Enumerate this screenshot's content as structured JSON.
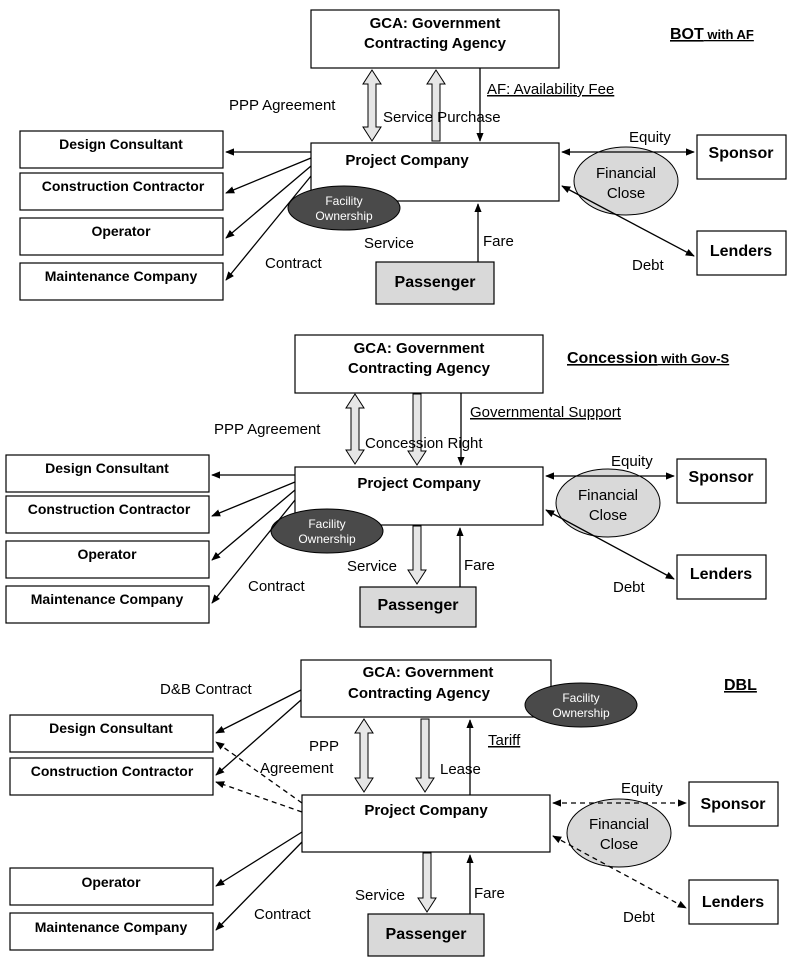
{
  "colors": {
    "line": "#000000",
    "box_fill": "#ffffff",
    "passenger_fill": "#d9d9d9",
    "financial_fill": "#d9d9d9",
    "facility_fill": "#4a4a4a",
    "hollow_arrow_fill": "#e6e6e6"
  },
  "panels": [
    {
      "title": "BOT",
      "title_suffix": " with AF",
      "gca": [
        "GCA: Government",
        "Contracting Agency"
      ],
      "project": "Project Company",
      "left_boxes": [
        "Design Consultant",
        "Construction Contractor",
        "Operator",
        "Maintenance Company"
      ],
      "sponsor": "Sponsor",
      "lenders": "Lenders",
      "passenger": "Passenger",
      "financial_close": [
        "Financial",
        "Close"
      ],
      "facility": [
        "Facility",
        "Ownership"
      ],
      "labels": {
        "ppp": "PPP Agreement",
        "service_purchase": "Service Purchase",
        "top_right": "AF: Availability Fee",
        "equity": "Equity",
        "debt": "Debt",
        "contract": "Contract",
        "service": "Service",
        "fare": "Fare"
      }
    },
    {
      "title": "Concession",
      "title_suffix": " with Gov-S",
      "gca": [
        "GCA: Government",
        "Contracting Agency"
      ],
      "project": "Project Company",
      "left_boxes": [
        "Design Consultant",
        "Construction Contractor",
        "Operator",
        "Maintenance Company"
      ],
      "sponsor": "Sponsor",
      "lenders": "Lenders",
      "passenger": "Passenger",
      "financial_close": [
        "Financial",
        "Close"
      ],
      "facility": [
        "Facility",
        "Ownership"
      ],
      "labels": {
        "ppp": "PPP Agreement",
        "concession_right": "Concession Right",
        "top_right": "Governmental Support",
        "equity": "Equity",
        "debt": "Debt",
        "contract": "Contract",
        "service": "Service",
        "fare": "Fare"
      }
    },
    {
      "title": "DBL",
      "gca": [
        "GCA: Government",
        "Contracting Agency"
      ],
      "project": "Project Company",
      "left_boxes": [
        "Design Consultant",
        "Construction Contractor",
        "Operator",
        "Maintenance Company"
      ],
      "sponsor": "Sponsor",
      "lenders": "Lenders",
      "passenger": "Passenger",
      "financial_close": [
        "Financial",
        "Close"
      ],
      "facility": [
        "Facility",
        "Ownership"
      ],
      "labels": {
        "db_contract": "D&B Contract",
        "ppp": [
          "PPP",
          "Agreement"
        ],
        "lease": "Lease",
        "tariff": "Tariff",
        "equity": "Equity",
        "debt": "Debt",
        "contract": "Contract",
        "service": "Service",
        "fare": "Fare"
      }
    }
  ]
}
